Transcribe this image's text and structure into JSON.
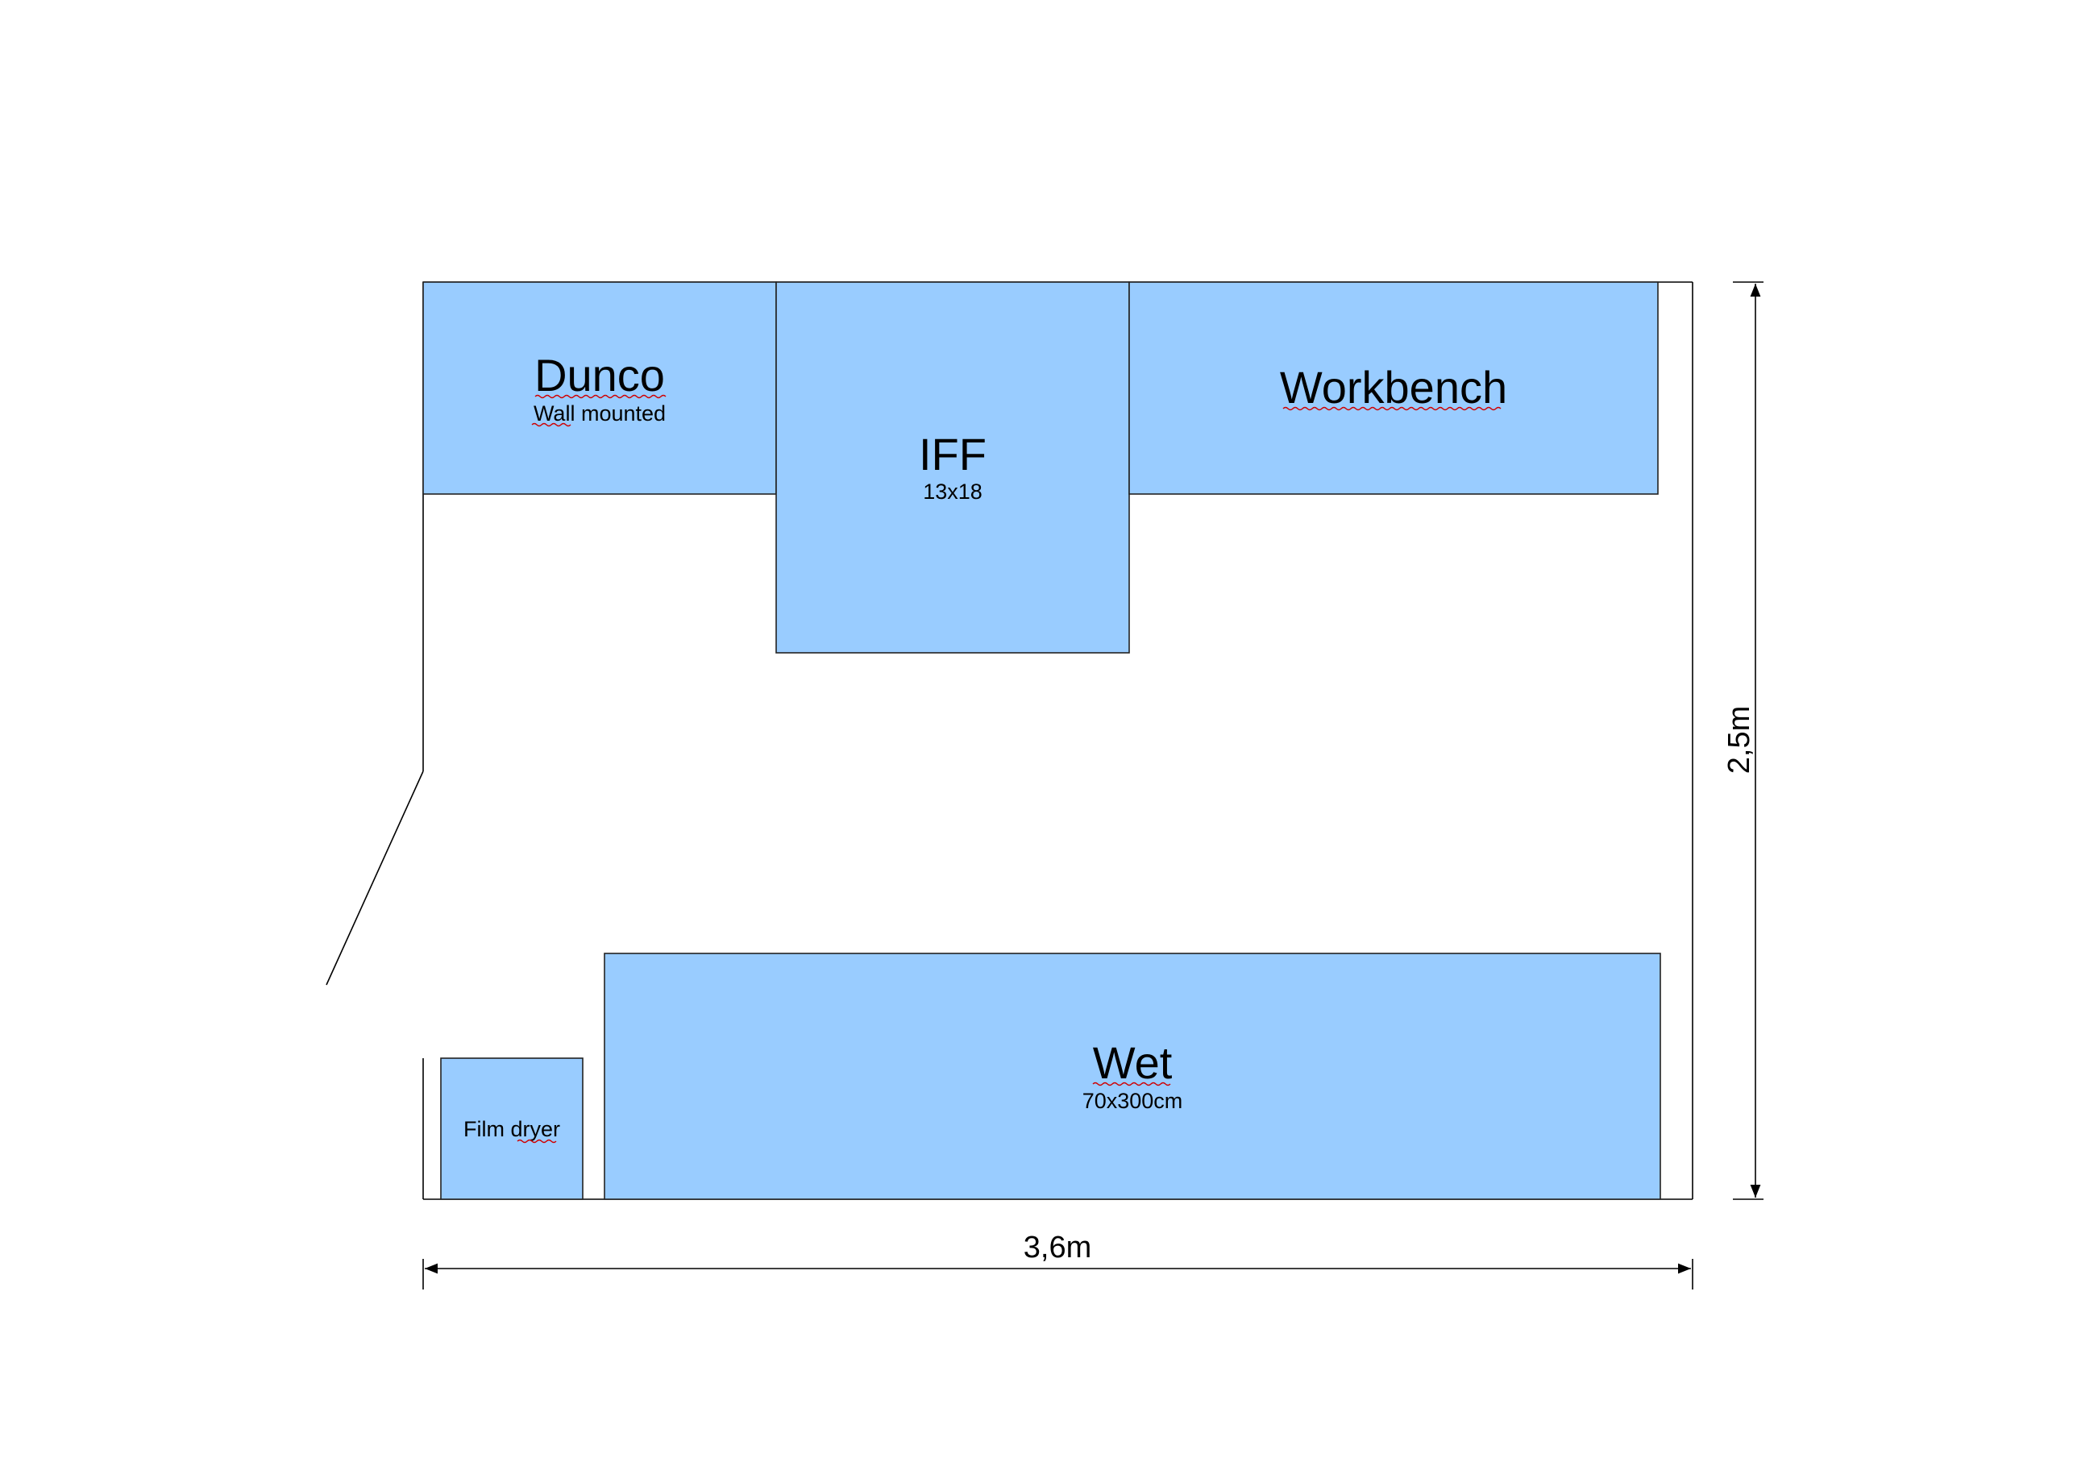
{
  "plan": {
    "colors": {
      "furniture_fill": "#99ccff",
      "outline": "#000000",
      "spellcheck_underline": "#d00000"
    },
    "items": {
      "dunco": {
        "title": "Dunco",
        "subtitle": "Wall mounted"
      },
      "iff": {
        "title": "IFF",
        "subtitle": "13x18"
      },
      "workbench": {
        "title": "Workbench"
      },
      "wet": {
        "title": "Wet",
        "subtitle": "70x300cm"
      },
      "film_dryer": {
        "title": "Film dryer"
      }
    },
    "dimensions": {
      "width": "3,6m",
      "height": "2,5m"
    }
  }
}
